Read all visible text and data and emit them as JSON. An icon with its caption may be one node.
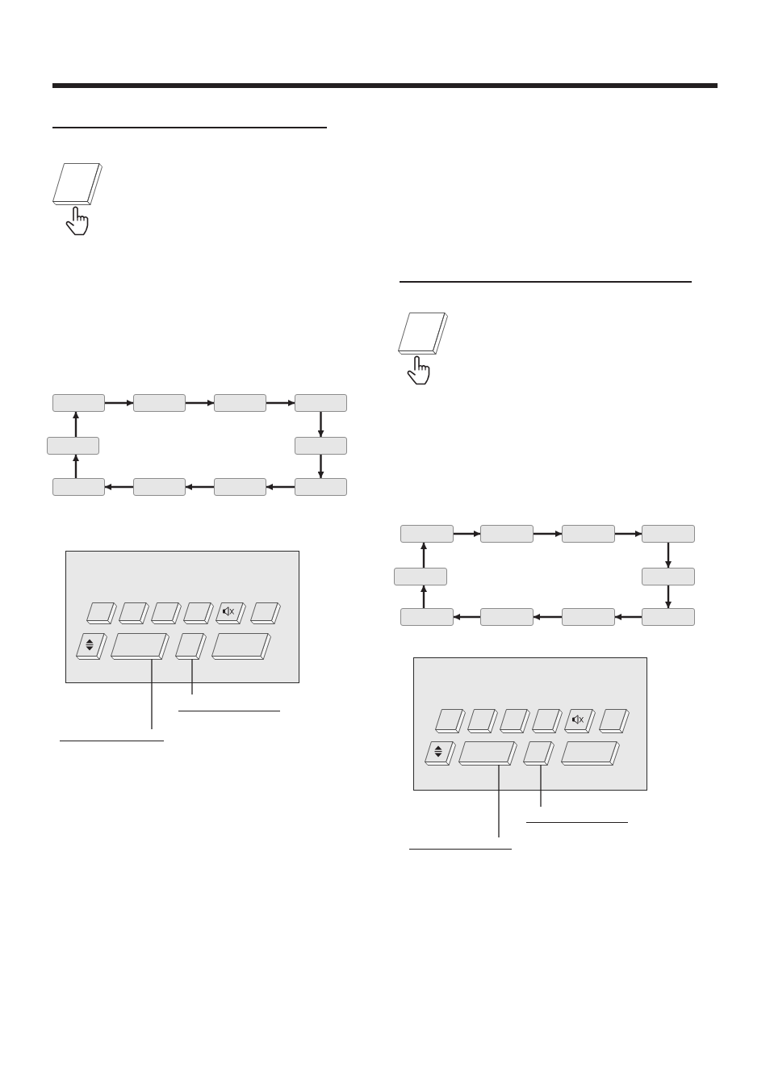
{
  "diagram": {
    "nodes": [
      {
        "text": [],
        "shape": "box"
      },
      {
        "text": [],
        "shape": "box"
      },
      {
        "text": [],
        "shape": "box"
      },
      {
        "text": [],
        "shape": "box"
      },
      {
        "text": [],
        "shape": "box"
      },
      {
        "text": [],
        "shape": "box"
      },
      {
        "text": [],
        "shape": "box"
      },
      {
        "text": [],
        "shape": "box"
      },
      {
        "text": [],
        "shape": "box"
      },
      {
        "text": [],
        "shape": "box"
      },
      {
        "text": [],
        "shape": "box"
      },
      {
        "text": [],
        "shape": "box",
        "in": 10
      },
      {
        "text": [],
        "shape": "box",
        "in": 10
      },
      {
        "text": [],
        "shape": "box"
      },
      {
        "text": [],
        "shape": "box"
      },
      {
        "text": [],
        "shape": "box"
      },
      {
        "text": [],
        "shape": "box"
      },
      {
        "text": [],
        "shape": "box"
      },
      {
        "text": [],
        "shape": "box"
      },
      {
        "text": [],
        "shape": "box"
      },
      {
        "text": [],
        "shape": "box"
      },
      {
        "text": [],
        "shape": "box"
      },
      {
        "text": [],
        "shape": "box"
      },
      {
        "text": [],
        "shape": "box"
      },
      {
        "text": [],
        "shape": "box",
        "in": 23
      },
      {
        "text": [],
        "shape": "box",
        "in": 23
      }
    ],
    "edges": [
      {
        "from": 0,
        "to": 1,
        "arrow": "to"
      },
      {
        "from": 1,
        "to": 2,
        "arrow": "to"
      },
      {
        "from": 2,
        "to": 3,
        "arrow": "to"
      },
      {
        "from": 3,
        "to": 5,
        "arrow": "to"
      },
      {
        "from": 5,
        "to": 9,
        "arrow": "to"
      },
      {
        "from": 9,
        "to": 8,
        "arrow": "to"
      },
      {
        "from": 8,
        "to": 7,
        "arrow": "to"
      },
      {
        "from": 7,
        "to": 6,
        "arrow": "to"
      },
      {
        "from": 6,
        "to": 4,
        "arrow": "to"
      },
      {
        "from": 4,
        "to": 0,
        "arrow": "to"
      },
      {
        "from": null,
        "to": 11,
        "arrow": "none"
      },
      {
        "from": null,
        "to": 12,
        "arrow": "none"
      },
      {
        "from": 13,
        "to": 14,
        "arrow": "to"
      },
      {
        "from": 14,
        "to": 15,
        "arrow": "to"
      },
      {
        "from": 15,
        "to": 16,
        "arrow": "to"
      },
      {
        "from": 16,
        "to": 18,
        "arrow": "to"
      },
      {
        "from": 18,
        "to": 22,
        "arrow": "to"
      },
      {
        "from": 22,
        "to": 21,
        "arrow": "to"
      },
      {
        "from": 21,
        "to": 20,
        "arrow": "to"
      },
      {
        "from": 20,
        "to": 19,
        "arrow": "to"
      },
      {
        "from": 19,
        "to": 17,
        "arrow": "to"
      },
      {
        "from": 17,
        "to": 13,
        "arrow": "to"
      },
      {
        "from": null,
        "to": 24,
        "arrow": "none"
      },
      {
        "from": null,
        "to": 25,
        "arrow": "none"
      }
    ]
  }
}
